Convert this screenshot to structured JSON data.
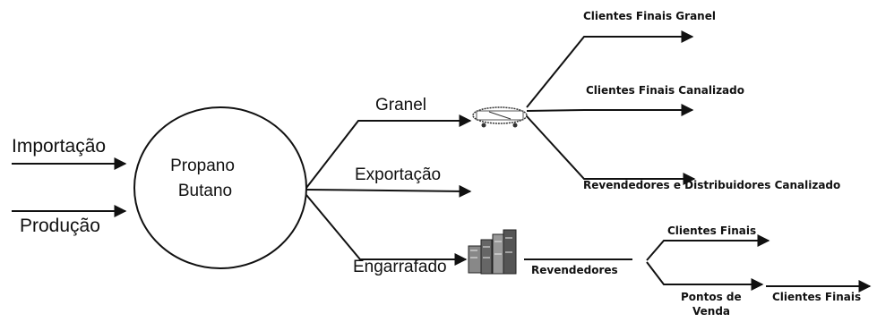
{
  "inputs": {
    "importacao": "Importação",
    "producao": "Produção"
  },
  "center": {
    "line1": "Propano",
    "line2": "Butano"
  },
  "branches": {
    "granel": "Granel",
    "exportacao": "Exportação",
    "engarrafado": "Engarrafado"
  },
  "granel_outputs": {
    "clientes_finais_granel": "Clientes Finais Granel",
    "clientes_finais_canalizado": "Clientes Finais Canalizado",
    "revendedores_distribuidores": "Revendedores e Distribuidores Canalizado"
  },
  "engarrafado_outputs": {
    "revendedores": "Revendedores",
    "clientes_finais": "Clientes Finais",
    "pontos_de_venda_1": "Pontos de",
    "pontos_de_venda_2": "Venda",
    "clientes_finais_2": "Clientes Finais"
  },
  "icons": {
    "granel": "tanker-truck-icon",
    "engarrafado": "gas-cylinders-icon"
  }
}
